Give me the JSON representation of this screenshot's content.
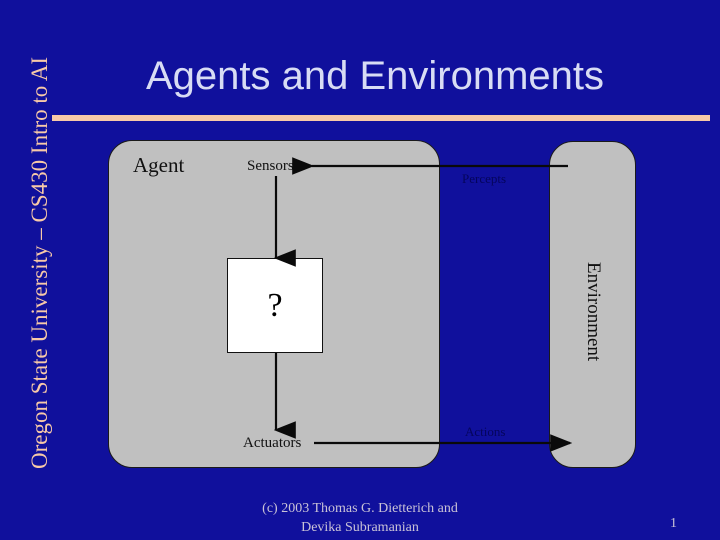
{
  "slide": {
    "title": "Agents and Environments",
    "background_color": "#10109c",
    "accent_color": "#f7c9a8",
    "title_color": "#d8dcf4",
    "box_fill_color": "#c0c0c0"
  },
  "sidebar": {
    "label": "Oregon State University – CS430 Intro to AI"
  },
  "diagram": {
    "agent": {
      "label": "Agent",
      "sensors_label": "Sensors",
      "actuators_label": "Actuators",
      "processor_label": "?"
    },
    "environment": {
      "label": "Environment"
    },
    "connections": {
      "percepts_label": "Percepts",
      "actions_label": "Actions"
    }
  },
  "footer": {
    "credit_line_1": "(c) 2003 Thomas G. Dietterich and",
    "credit_line_2": "Devika Subramanian",
    "page_number": "1"
  }
}
